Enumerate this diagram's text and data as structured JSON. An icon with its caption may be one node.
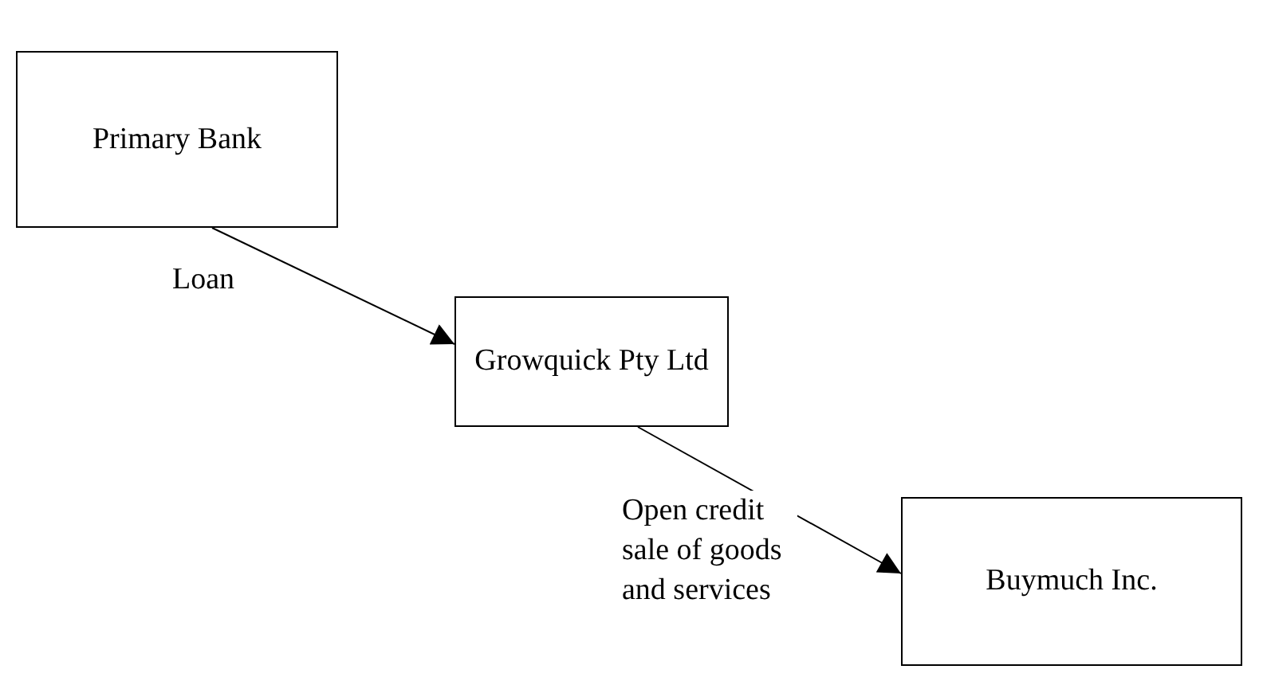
{
  "diagram": {
    "nodes": [
      {
        "text": [
          "Primary Bank"
        ]
      },
      {
        "text": [
          "Growquick Pty Ltd"
        ]
      },
      {
        "text": [
          "Buymuch Inc."
        ]
      }
    ],
    "edges": [
      {
        "from": 0,
        "to": 1,
        "arrow": "to",
        "label": "Loan"
      },
      {
        "from": 1,
        "to": 2,
        "arrow": "to",
        "label": "Open credit sale of goods and services"
      }
    ]
  }
}
